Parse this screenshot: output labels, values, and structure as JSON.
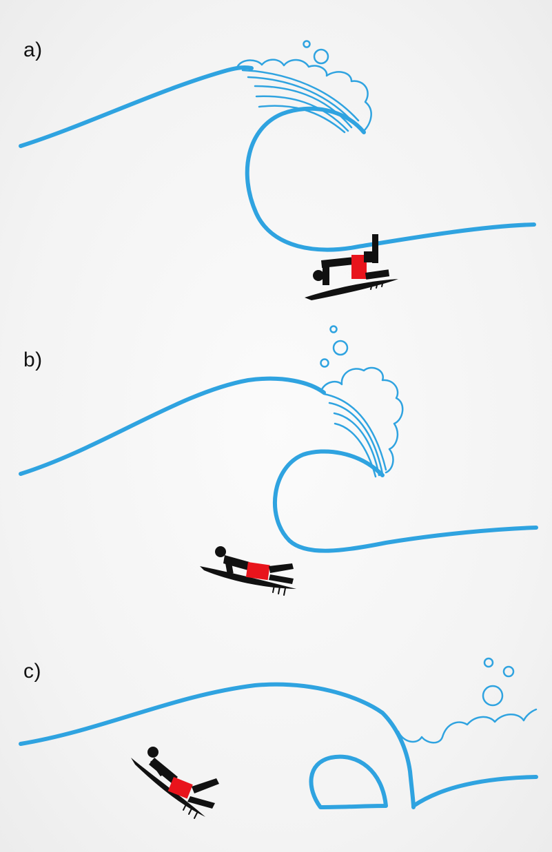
{
  "panels": [
    {
      "label": "a)"
    },
    {
      "label": "b)"
    },
    {
      "label": "c)"
    }
  ],
  "colors": {
    "wave": "#2fa3e0",
    "surfer_body": "#111111",
    "surfer_shorts": "#e8141c"
  },
  "icons": [
    "wave-icon",
    "foam-bubble-icon",
    "surfer-icon",
    "surfboard-icon"
  ]
}
